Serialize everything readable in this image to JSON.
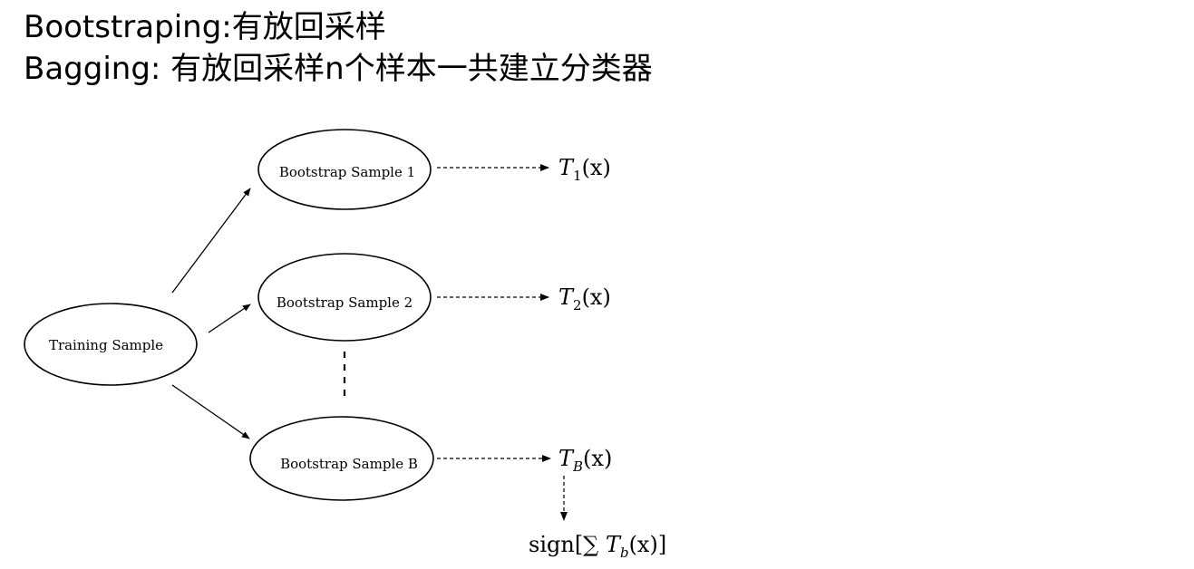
{
  "heading": {
    "line1_term": "Bootstraping:",
    "line1_desc": "有放回采样",
    "line2_term": "Bagging:",
    "line2_desc": " 有放回采样n个样本一共建立分类器"
  },
  "diagram": {
    "source_node": {
      "label": "Training Sample"
    },
    "bootstrap_nodes": [
      {
        "label": "Bootstrap Sample 1",
        "output_base": "T",
        "output_sub": "1",
        "output_arg": "(x)"
      },
      {
        "label": "Bootstrap Sample 2",
        "output_base": "T",
        "output_sub": "2",
        "output_arg": "(x)"
      },
      {
        "label": "Bootstrap Sample B",
        "output_base": "T",
        "output_sub": "B",
        "output_arg": "(x)"
      }
    ],
    "aggregate": {
      "prefix": "sign[∑ ",
      "base": "T",
      "sub": "b",
      "suffix": "(x)]"
    },
    "colors": {
      "stroke": "#000000",
      "background": "#ffffff"
    }
  }
}
